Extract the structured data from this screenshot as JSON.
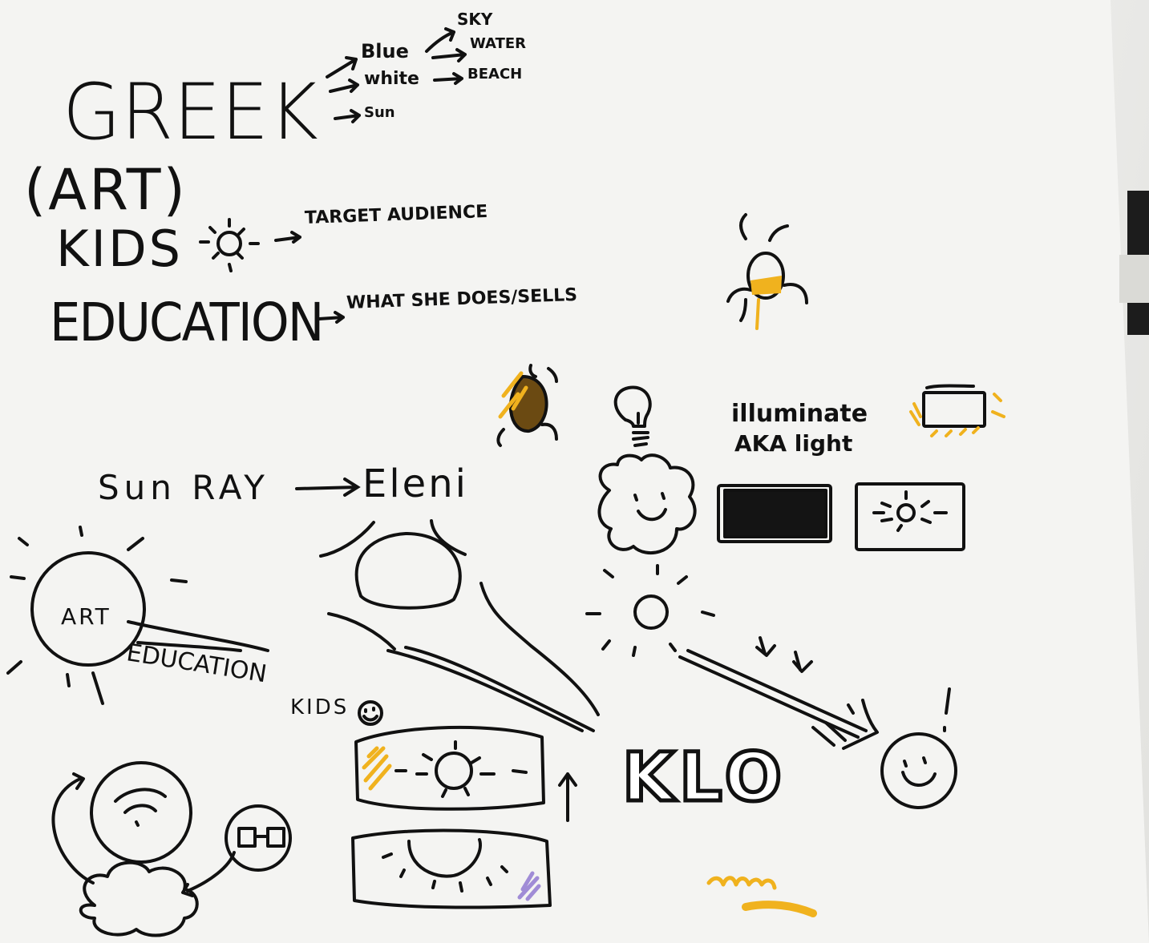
{
  "sketch": {
    "title": "GREEK",
    "greek_associations": {
      "blue": "Blue",
      "white": "white",
      "sun": "Sun",
      "sky": "SKY",
      "water": "WATER",
      "beach": "BEACH"
    },
    "art": "(ART)",
    "kids": "KIDS",
    "target_audience": "TARGET AUDIENCE",
    "education": "EDUCATION",
    "what_she_does": "WHAT SHE DOES/SELLS",
    "sun_ray": "Sun RAY",
    "eleni": "Eleni",
    "illuminate": "illuminate",
    "aka_light": "AKA light",
    "circle_art": "ART",
    "education_small": "EDUCATION",
    "kids_small": "KIDS",
    "klo": "KLO"
  },
  "colors": {
    "ink": "#111111",
    "highlighter_yellow": "#f0b21e",
    "highlighter_purple": "#a08cd6",
    "paper": "#f2f2f0"
  }
}
